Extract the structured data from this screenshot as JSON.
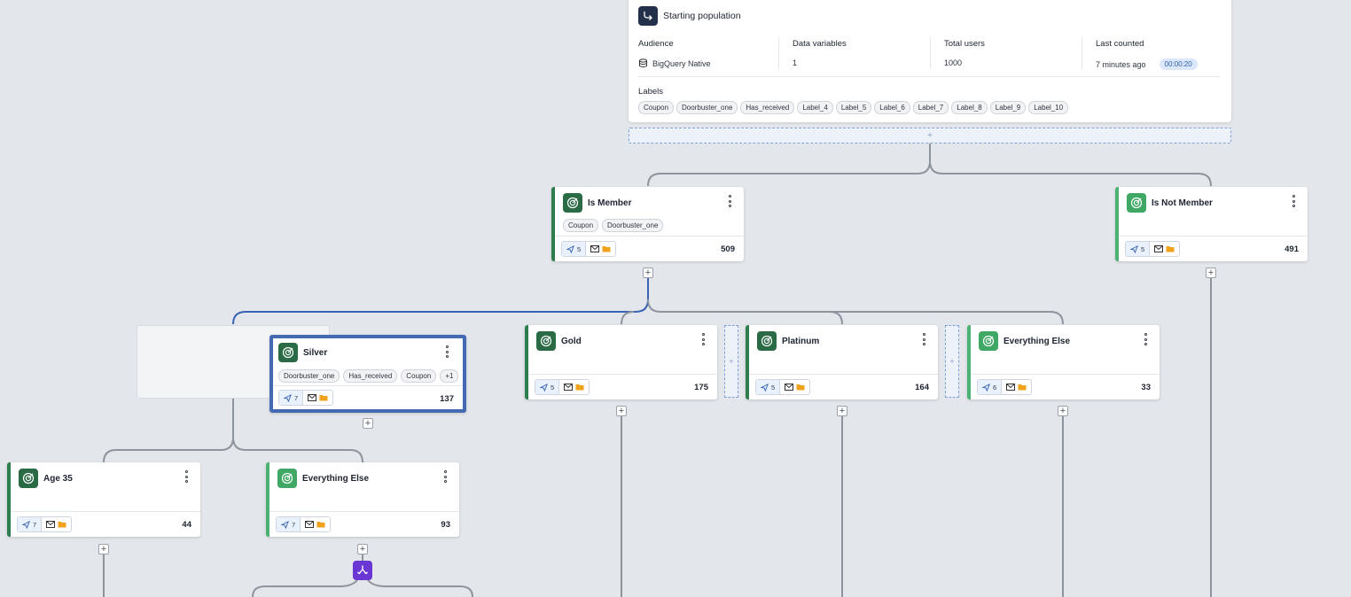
{
  "start": {
    "title": "Starting population",
    "audience_label": "Audience",
    "audience_value": "BigQuery Native",
    "datavars_label": "Data variables",
    "datavars_value": "1",
    "users_label": "Total users",
    "users_value": "1000",
    "counted_label": "Last counted",
    "counted_value": "7 minutes ago",
    "counted_chip": "00:00:20",
    "labels_title": "Labels",
    "labels": [
      "Coupon",
      "Doorbuster_one",
      "Has_received",
      "Label_4",
      "Label_5",
      "Label_6",
      "Label_7",
      "Label_8",
      "Label_9",
      "Label_10"
    ]
  },
  "nodes": {
    "is_member": {
      "title": "Is Member",
      "chips": [
        "Coupon",
        "Doorbuster_one"
      ],
      "sends": "5",
      "count": "509"
    },
    "is_not_member": {
      "title": "Is Not Member",
      "sends": "5",
      "count": "491"
    },
    "silver": {
      "title": "Silver",
      "chips": [
        "Doorbuster_one",
        "Has_received",
        "Coupon",
        "+1"
      ],
      "sends": "7",
      "count": "137"
    },
    "gold": {
      "title": "Gold",
      "sends": "5",
      "count": "175"
    },
    "platinum": {
      "title": "Platinum",
      "sends": "5",
      "count": "164"
    },
    "everything_else_1": {
      "title": "Everything Else",
      "sends": "6",
      "count": "33"
    },
    "age35": {
      "title": "Age 35",
      "sends": "7",
      "count": "44"
    },
    "everything_else_2": {
      "title": "Everything Else",
      "sends": "7",
      "count": "93"
    }
  },
  "icons": {
    "start": "branch-arrow-icon",
    "target": "target-icon",
    "send": "paper-plane-icon",
    "email": "envelope-icon",
    "folder": "folder-icon",
    "split": "split-icon",
    "menu": "kebab-menu-icon"
  },
  "colors": {
    "node_accent": "#2e7d4f",
    "node_accent_light": "#4bb274",
    "selected_border": "#4369b3",
    "split_button": "#6a36d4",
    "time_chip": "#dbe8fb"
  }
}
